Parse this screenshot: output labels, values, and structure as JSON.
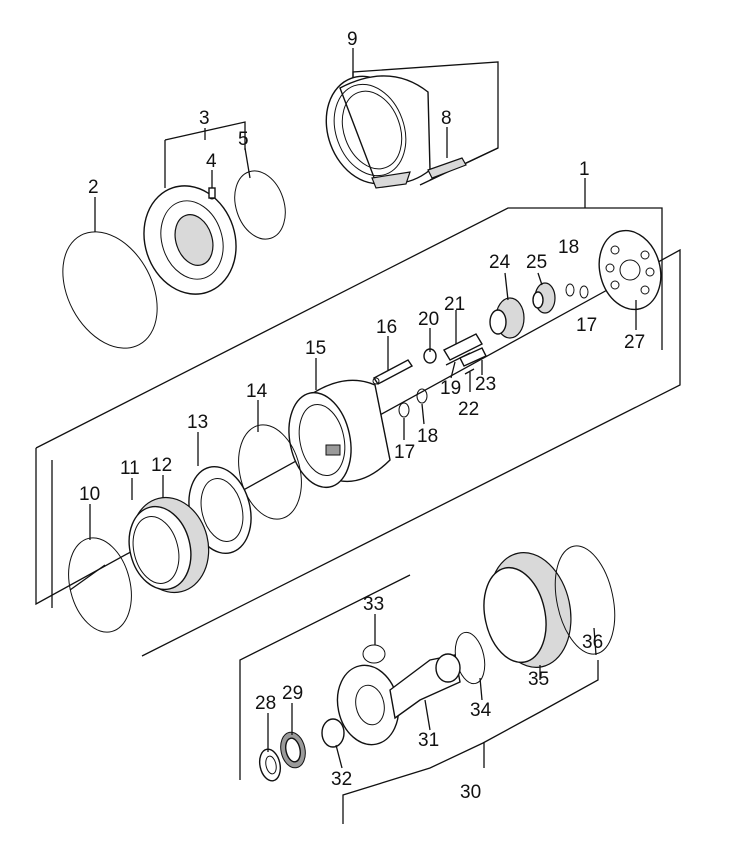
{
  "diagram": {
    "callouts": {
      "p1": "1",
      "p2": "2",
      "p3": "3",
      "p4": "4",
      "p5": "5",
      "p8": "8",
      "p9": "9",
      "p10": "10",
      "p11": "11",
      "p12": "12",
      "p13": "13",
      "p14": "14",
      "p15": "15",
      "p16": "16",
      "p17a": "17",
      "p17b": "17",
      "p18a": "18",
      "p18b": "18",
      "p19": "19",
      "p20": "20",
      "p21": "21",
      "p22": "22",
      "p23": "23",
      "p24": "24",
      "p25": "25",
      "p27": "27",
      "p28": "28",
      "p29": "29",
      "p30": "30",
      "p31": "31",
      "p32": "32",
      "p33": "33",
      "p34": "34",
      "p35": "35",
      "p36": "36"
    }
  }
}
